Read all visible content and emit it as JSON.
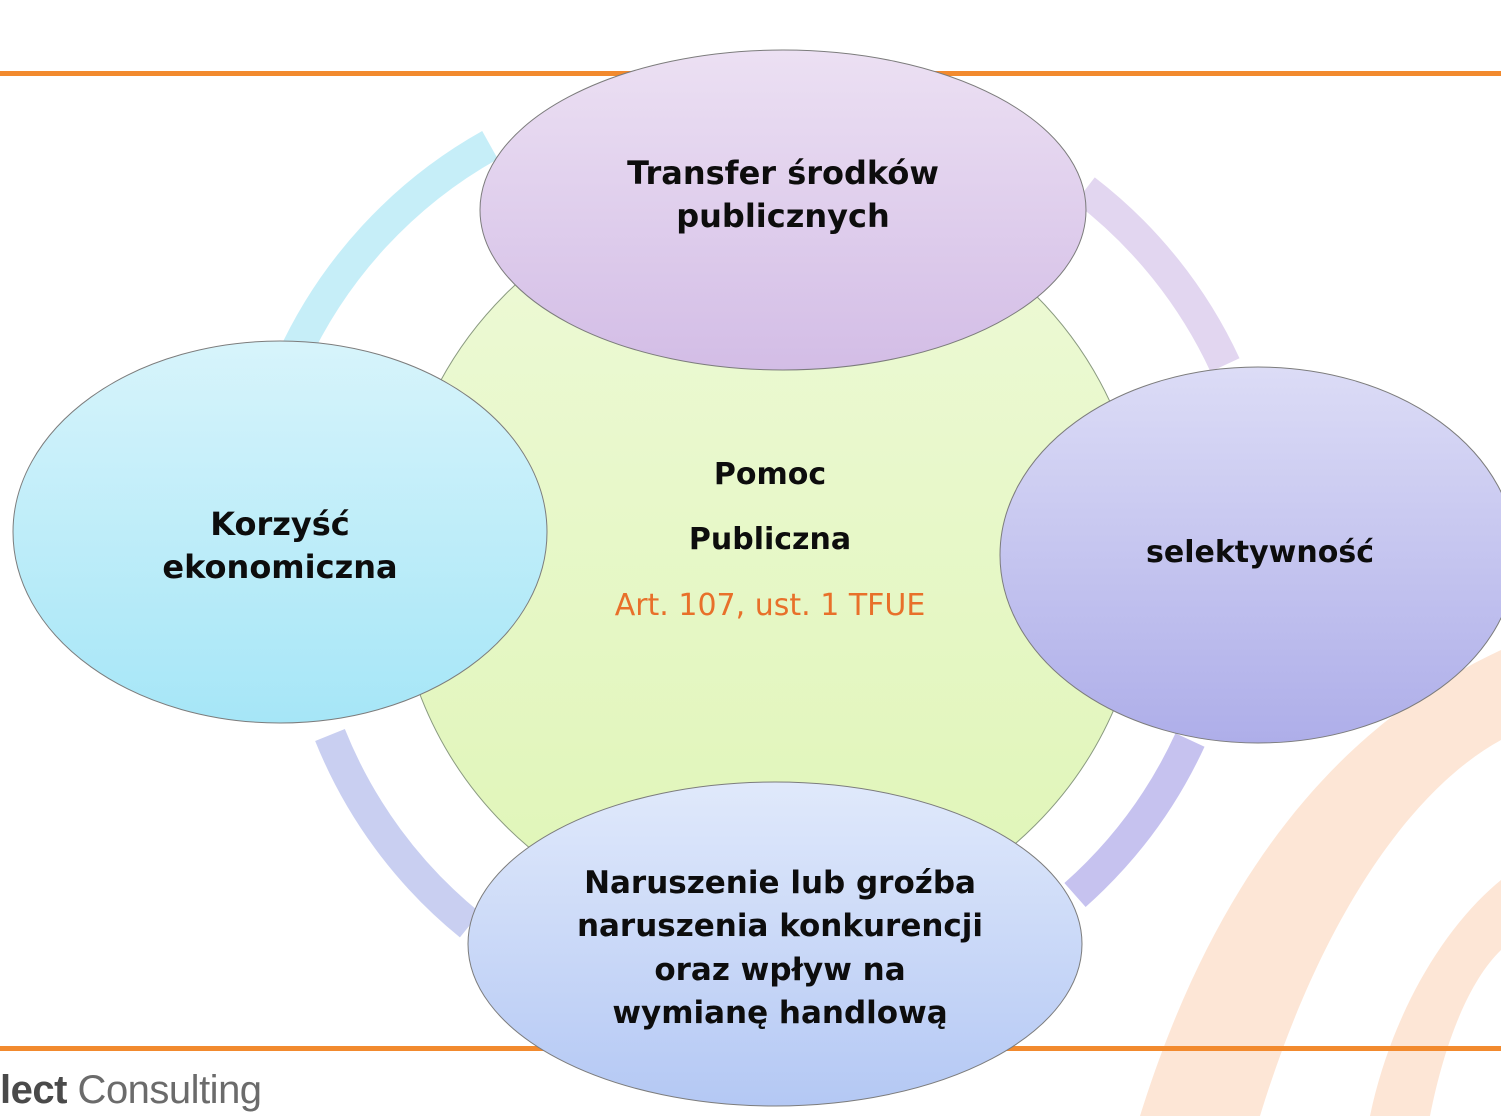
{
  "diagram": {
    "center": {
      "title_line1": "Pomoc",
      "title_line2": "Publiczna",
      "subtitle": "Art. 107, ust. 1 TFUE"
    },
    "nodes": {
      "top": [
        "Transfer środków",
        "publicznych"
      ],
      "left": [
        "Korzyść",
        "ekonomiczna"
      ],
      "right": [
        "selektywność"
      ],
      "bottom": [
        "Naruszenie lub groźba",
        "naruszenia konkurencji",
        "oraz wpływ na",
        "wymianę handlową"
      ]
    }
  },
  "branding": {
    "bold_part": "lect",
    "rest": " Consulting"
  },
  "colors": {
    "accent_orange": "#f28a2e",
    "subtitle_orange": "#e8702a",
    "center_green": "#e8f8c8",
    "top_purple": "#dccbeb",
    "left_cyan": "#b6ecf8",
    "right_violet": "#c3c3ef",
    "bottom_blue": "#c9d8f7"
  }
}
